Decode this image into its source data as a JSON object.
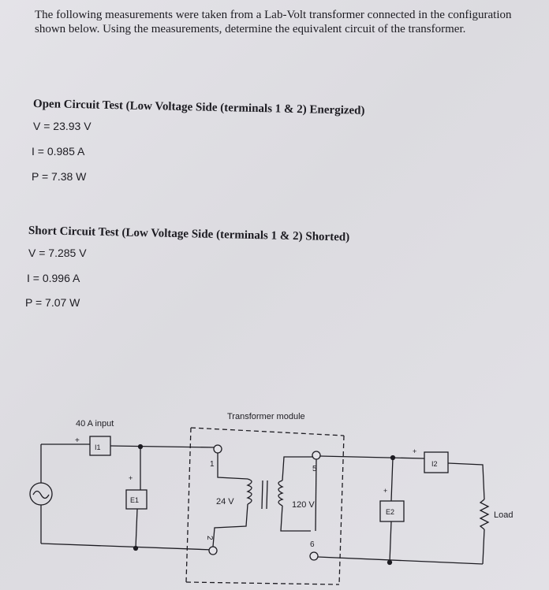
{
  "intro": "The following measurements were taken from a Lab-Volt transformer connected in the configuration shown below. Using the measurements, determine the equivalent circuit of the transformer.",
  "open_circuit": {
    "title": "Open Circuit Test (Low Voltage Side (terminals 1 & 2) Energized)",
    "voltage": "V = 23.93 V",
    "current": "I = 0.985 A",
    "power": "P = 7.38 W"
  },
  "short_circuit": {
    "title": "Short Circuit Test (Low Voltage Side (terminals 1 & 2) Shorted)",
    "voltage": "V = 7.285 V",
    "current": "I = 0.996 A",
    "power": "P = 7.07 W"
  },
  "diagram": {
    "input_label": "40 A input",
    "module_label": "Transformer module",
    "ammeter1": "I1",
    "voltmeter1": "E1",
    "terminal1": "1",
    "terminal2": "2",
    "primary_voltage": "24 V",
    "terminal5": "5",
    "terminal6": "6",
    "secondary_voltage": "120 V",
    "ammeter2": "I2",
    "voltmeter2": "E2",
    "load_label": "Load",
    "plus_sign": "+"
  }
}
